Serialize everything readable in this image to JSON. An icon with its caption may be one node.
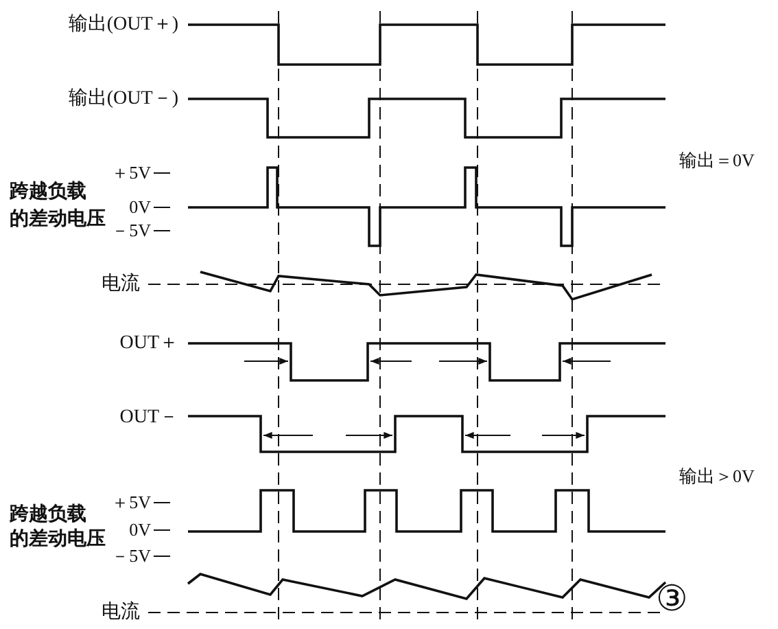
{
  "diagram": {
    "labels": [
      "输出(OUT＋)",
      "输出(OUT－)",
      "＋5V",
      "跨越负载",
      "0V",
      "输出＝0V",
      "的差动电压",
      "－5V",
      "电流",
      "OUT＋",
      "OUT－",
      "输出＞0V",
      "＋5V",
      "跨越负载",
      "0V",
      "的差动电压",
      "－5V",
      "电流",
      "③"
    ]
  }
}
